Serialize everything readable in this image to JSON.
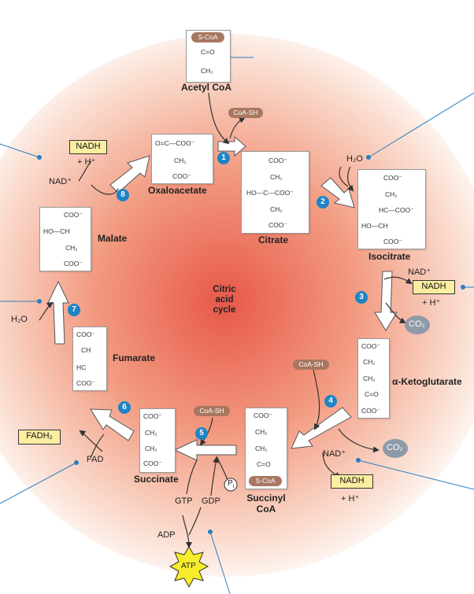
{
  "center": {
    "line1": "Citric",
    "line2": "acid",
    "line3": "cycle"
  },
  "steps": [
    "1",
    "2",
    "3",
    "4",
    "5",
    "6",
    "7",
    "8"
  ],
  "molecules": {
    "acetyl_coa": {
      "name": "Acetyl CoA",
      "scoa": "S-CoA",
      "l1": "C=O",
      "l2": "CH₃"
    },
    "oxaloacetate": {
      "name": "Oxaloacetate",
      "l1": "O=C—COO⁻",
      "l2": "CH₂",
      "l3": "COO⁻"
    },
    "citrate": {
      "name": "Citrate",
      "l1": "COO⁻",
      "l2": "CH₂",
      "l3": "HO—C—COO⁻",
      "l4": "CH₂",
      "l5": "COO⁻"
    },
    "isocitrate": {
      "name": "Isocitrate",
      "l1": "COO⁻",
      "l2": "CH₂",
      "l3": "HC—COO⁻",
      "l4": "HO—CH",
      "l5": "COO⁻"
    },
    "ketoglutarate": {
      "name": "α-Ketoglutarate",
      "l1": "COO⁻",
      "l2": "CH₂",
      "l3": "CH₂",
      "l4": "C=O",
      "l5": "COO⁻"
    },
    "succinyl_coa": {
      "name1": "Succinyl",
      "name2": "CoA",
      "l1": "COO⁻",
      "l2": "CH₂",
      "l3": "CH₂",
      "l4": "C=O",
      "scoa": "S-CoA"
    },
    "succinate": {
      "name": "Succinate",
      "l1": "COO⁻",
      "l2": "CH₂",
      "l3": "CH₂",
      "l4": "COO⁻"
    },
    "fumarate": {
      "name": "Fumarate",
      "l1": "COO⁻",
      "l2": "CH",
      "l3": "HC",
      "l4": "COO⁻"
    },
    "malate": {
      "name": "Malate",
      "l1": "COO⁻",
      "l2": "HO—CH",
      "l3": "CH₂",
      "l4": "COO⁻"
    }
  },
  "reagents": {
    "coa_sh_1": "CoA-SH",
    "h2o_top": "H₂O",
    "nad_3": "NAD⁺",
    "nadh_3": "NADH",
    "hplus_3": "+ H⁺",
    "co2_3": "CO₂",
    "coa_sh_4": "CoA-SH",
    "nad_4": "NAD⁺",
    "nadh_4": "NADH",
    "hplus_4": "+ H⁺",
    "co2_4": "CO₂",
    "coa_sh_5": "CoA-SH",
    "pi": "P",
    "pi_sub": "i",
    "gtp": "GTP",
    "gdp": "GDP",
    "adp": "ADP",
    "atp": "ATP",
    "fadh2": "FADH₂",
    "fad": "FAD",
    "h2o_left": "H₂O",
    "nad_8": "NAD⁺",
    "nadh_8": "NADH",
    "hplus_8": "+ H⁺"
  },
  "colors": {
    "gradient_center": "#e8584a",
    "gradient_edge": "#ffffff",
    "arrow_fill": "#ffffff",
    "step_circle": "#1e84c5",
    "label_box": "#fbeea0",
    "coa_pill": "#a87761",
    "co2_pill": "#8e9aa8",
    "atp_star": "#f6ec2a"
  }
}
